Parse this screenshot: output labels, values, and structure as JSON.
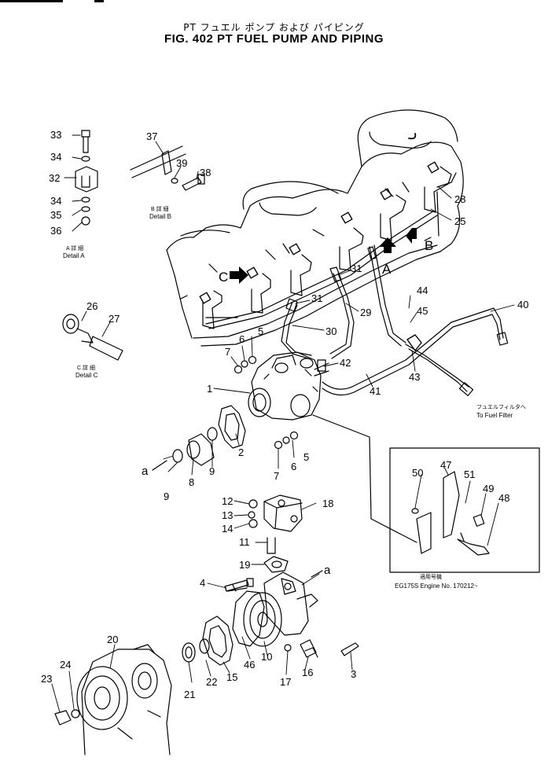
{
  "figure": {
    "title_jp": "PT フュエル ポンプ および パイピング",
    "title_en": "FIG. 402  PT FUEL PUMP AND PIPING"
  },
  "details": {
    "a_jp": "A 詳 細",
    "a_en": "Detail A",
    "b_jp": "B 詳 細",
    "b_en": "Detail B",
    "c_jp": "C 詳 細",
    "c_en": "Detail C"
  },
  "view_letters": {
    "A": "A",
    "B": "B",
    "C": "C",
    "a": "a"
  },
  "to_filter": {
    "jp": "フュエルフィルタへ",
    "en": "To Fuel Filter"
  },
  "inset": {
    "jp": "適用号機",
    "serial": "EG175S  Engine  No. 170212~"
  },
  "callouts": {
    "n1": "1",
    "n2": "2",
    "n3": "3",
    "n4": "4",
    "n5": "5",
    "n6": "6",
    "n7": "7",
    "n8": "8",
    "n9": "9",
    "n10": "10",
    "n11": "11",
    "n12": "12",
    "n13": "13",
    "n14": "14",
    "n15": "15",
    "n16": "16",
    "n17": "17",
    "n18": "18",
    "n19": "19",
    "n20": "20",
    "n21": "21",
    "n22": "22",
    "n23": "23",
    "n24": "24",
    "n25": "25",
    "n26": "26",
    "n27": "27",
    "n28": "28",
    "n29": "29",
    "n30": "30",
    "n31": "31",
    "n32": "32",
    "n33": "33",
    "n34": "34",
    "n35": "35",
    "n36": "36",
    "n37": "37",
    "n38": "38",
    "n39": "39",
    "n40": "40",
    "n41": "41",
    "n42": "42",
    "n43": "43",
    "n44": "44",
    "n45": "45",
    "n46": "46",
    "n47": "47",
    "n48": "48",
    "n49": "49",
    "n50": "50",
    "n51": "51"
  }
}
